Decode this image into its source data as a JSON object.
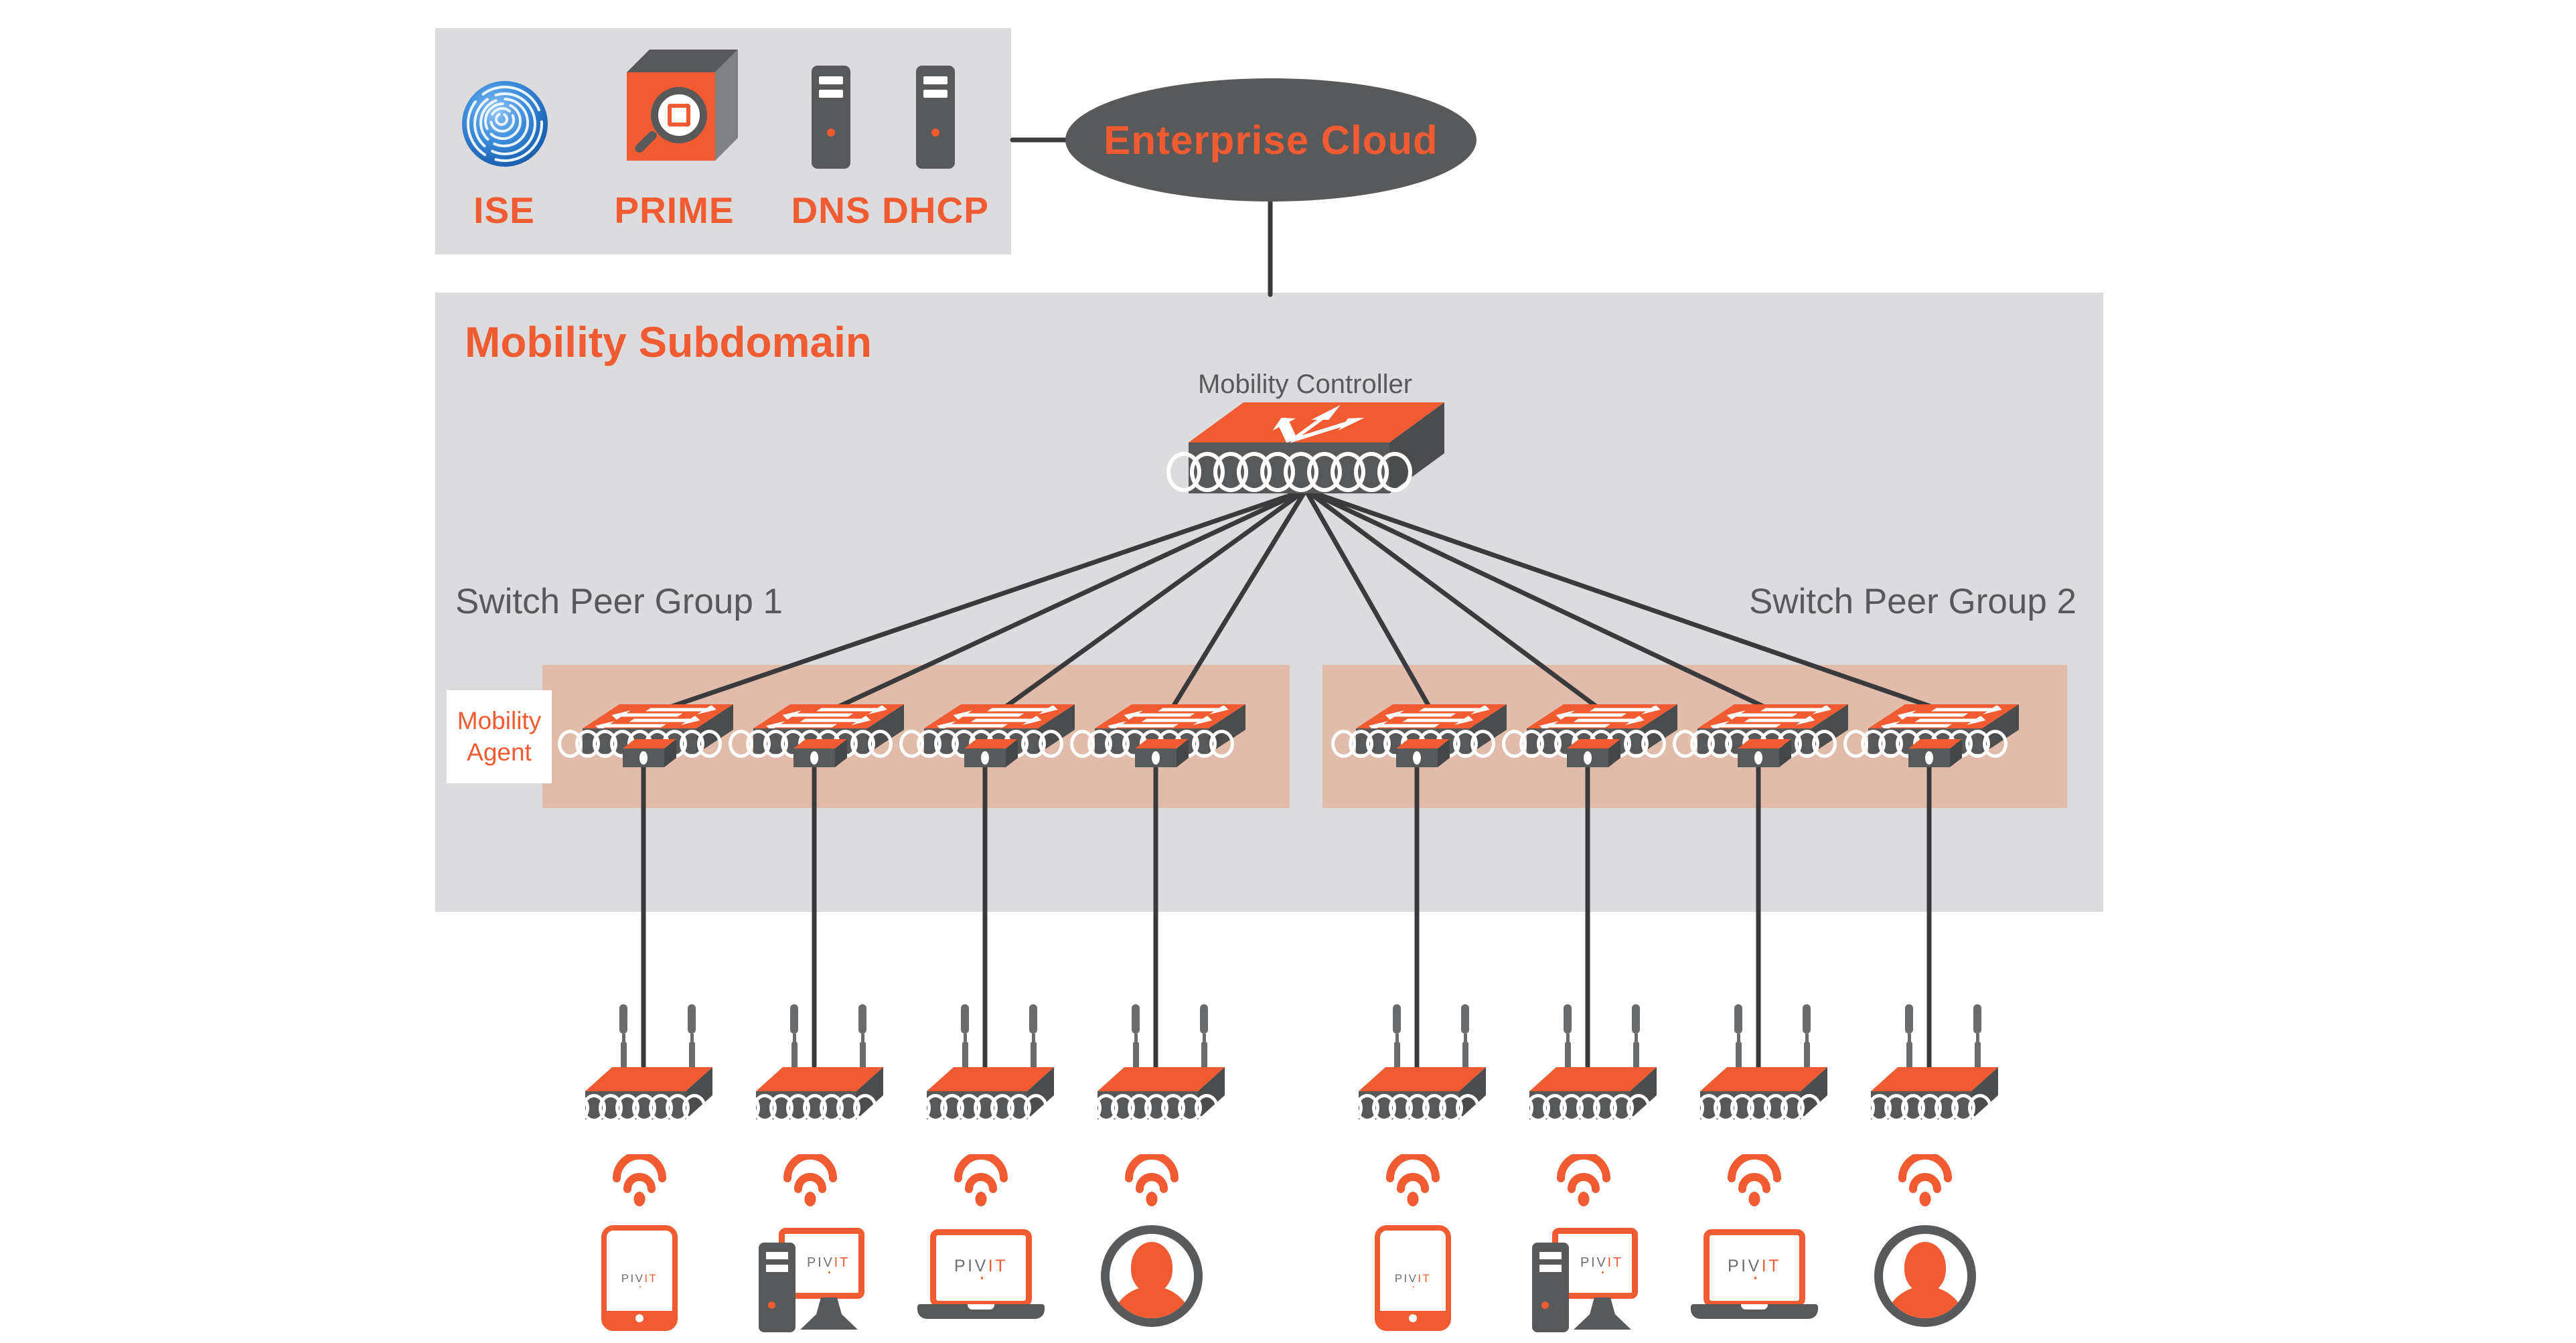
{
  "colors": {
    "orange": "#f15b31",
    "dark_gray": "#58595b",
    "side_gray": "#4b4c4e",
    "panel_gray": "#dcdcde",
    "salmon_zone": "#e2bcab",
    "wire": "#3a3a3c",
    "ise_blue": "#2e7cd6",
    "white": "#ffffff"
  },
  "services_panel": {
    "items": [
      {
        "label": "ISE",
        "icon": "fingerprint-icon"
      },
      {
        "label": "PRIME",
        "icon": "prime-box-magnifier-icon"
      },
      {
        "label": "DNS",
        "icon": "server-icon"
      },
      {
        "label": "DHCP",
        "icon": "server-icon"
      }
    ]
  },
  "enterprise_cloud": {
    "label": "Enterprise Cloud"
  },
  "mobility_subdomain": {
    "title": "Mobility Subdomain",
    "controller": {
      "label": "Mobility Controller"
    },
    "mobility_agent": {
      "line1": "Mobility",
      "line2": "Agent"
    },
    "peer_groups": [
      {
        "label": "Switch Peer Group 1",
        "switches": 4
      },
      {
        "label": "Switch Peer Group 2",
        "switches": 4
      }
    ]
  },
  "access_points": {
    "count": 8
  },
  "clients": {
    "logo": {
      "gray": "PIV",
      "orange": "IT"
    },
    "columns": [
      {
        "type": "smartphone"
      },
      {
        "type": "desktop-computer"
      },
      {
        "type": "laptop"
      },
      {
        "type": "user"
      },
      {
        "type": "smartphone"
      },
      {
        "type": "desktop-computer"
      },
      {
        "type": "laptop"
      },
      {
        "type": "user"
      }
    ]
  }
}
